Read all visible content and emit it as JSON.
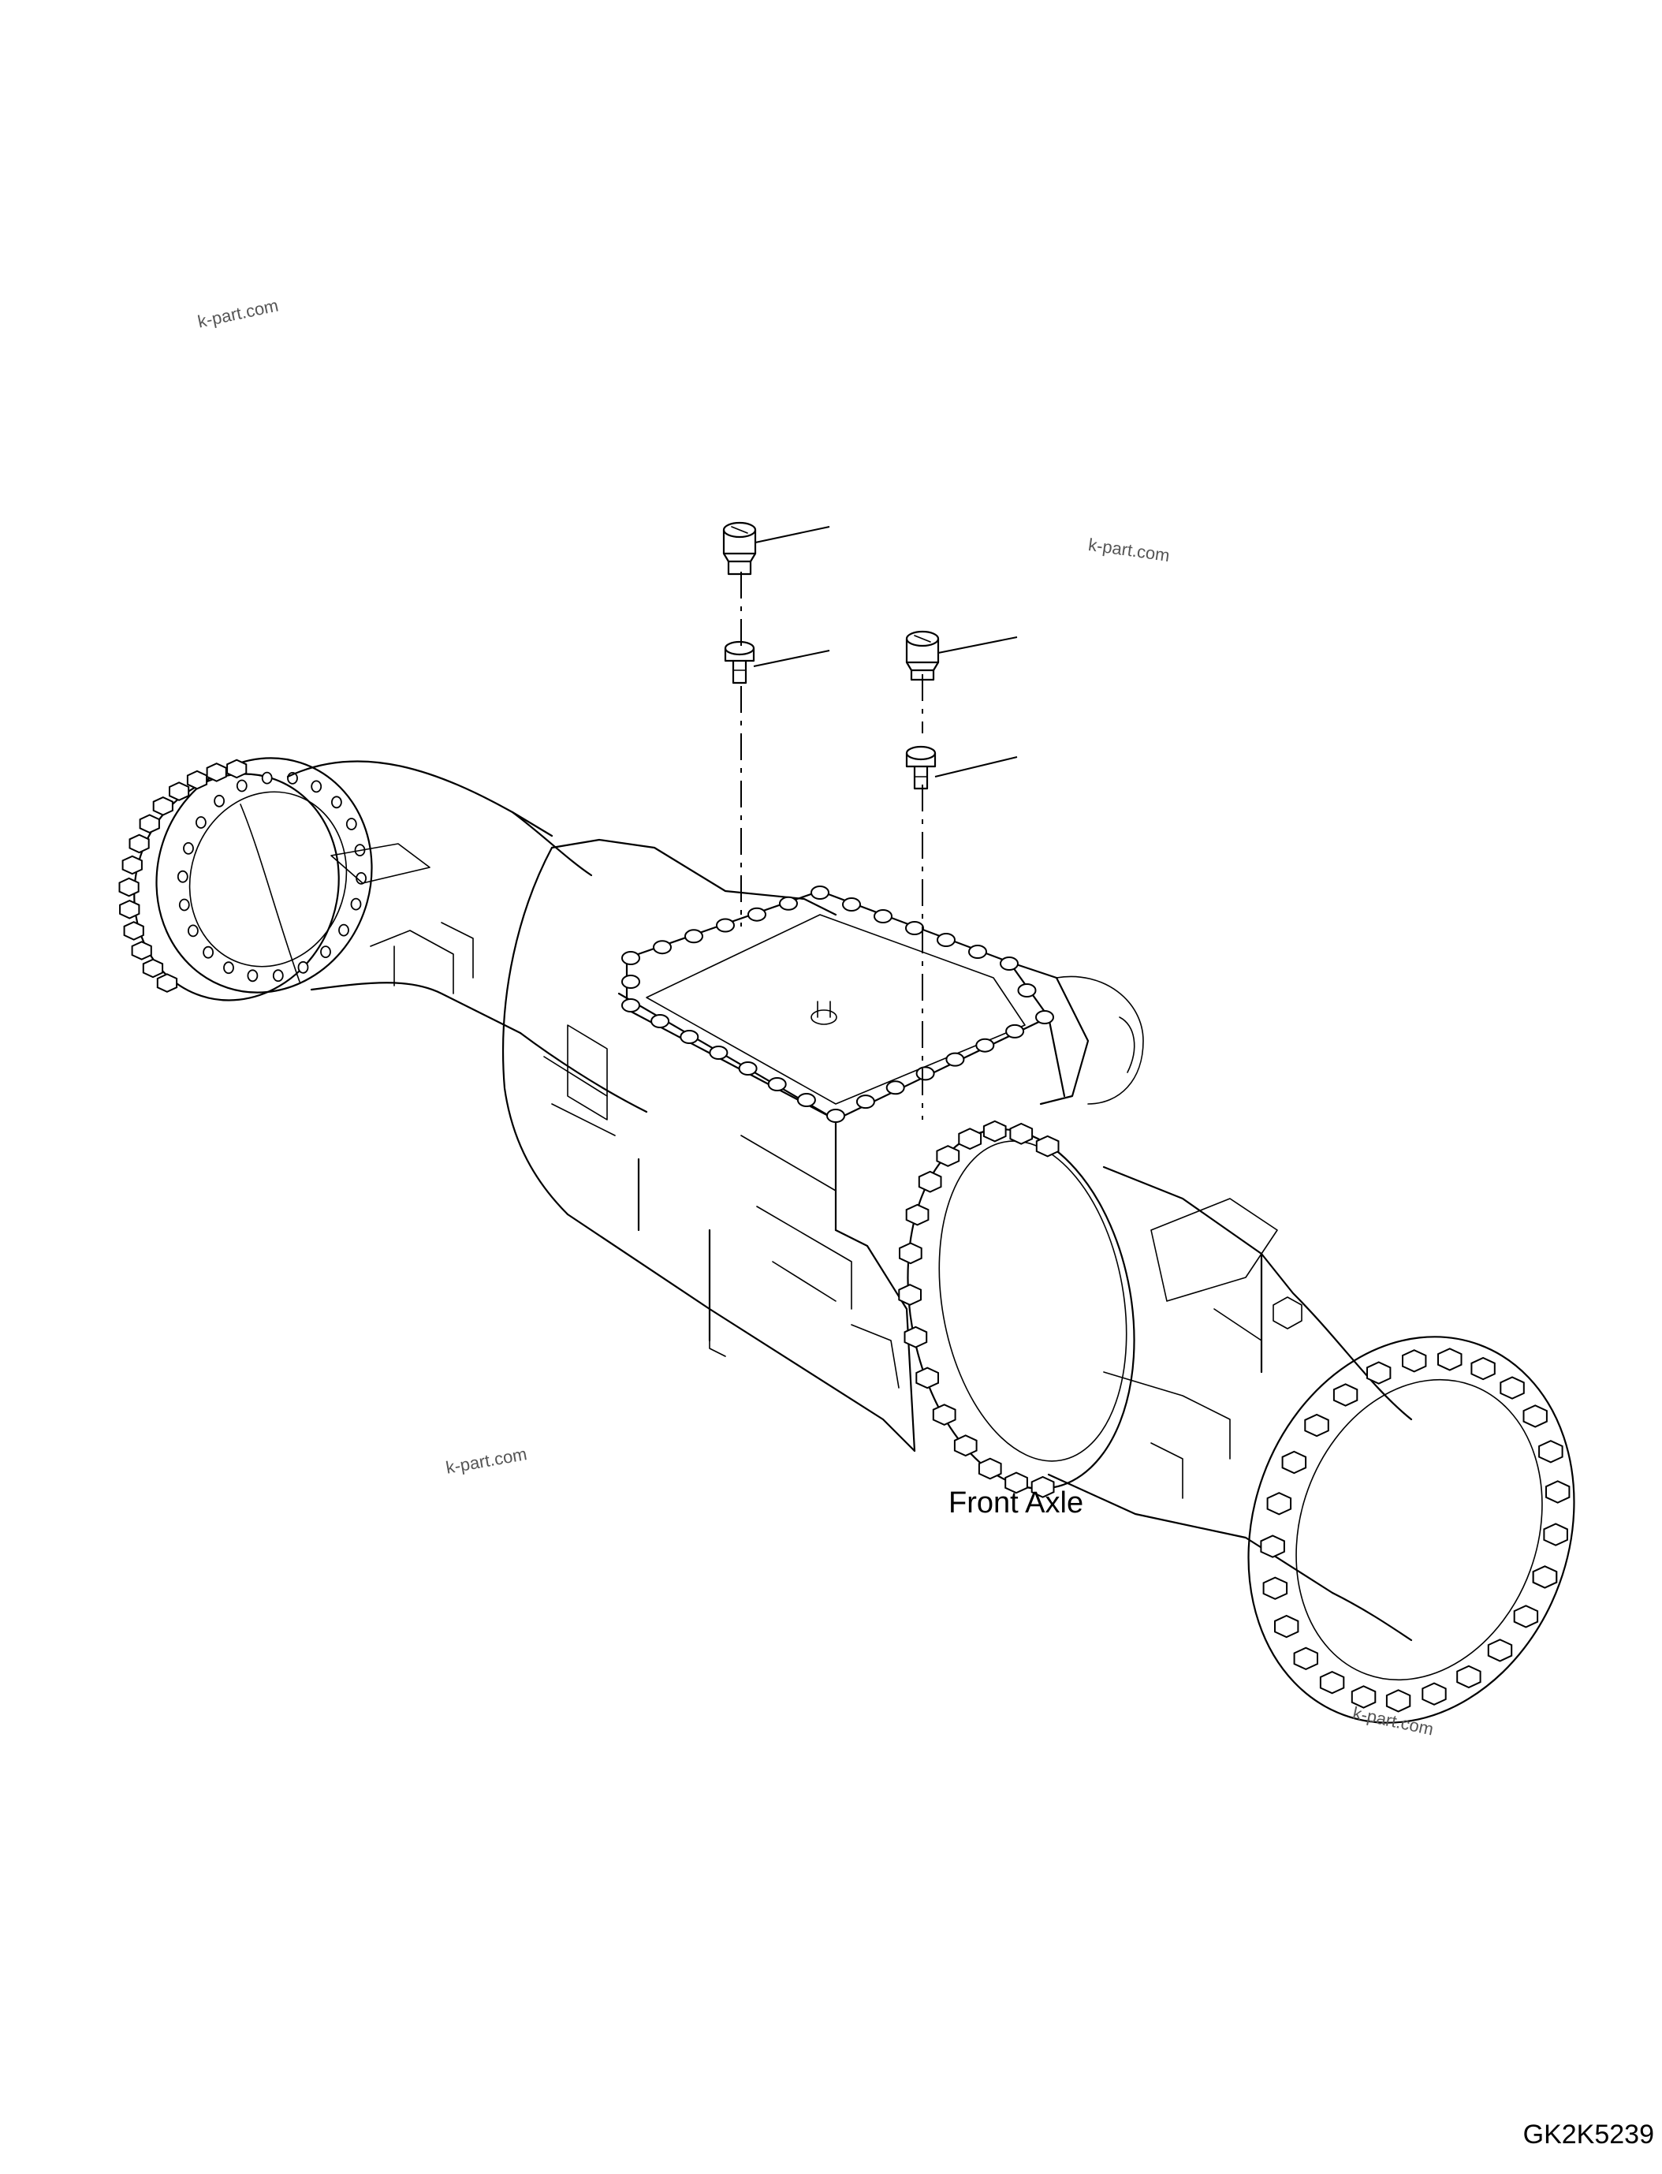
{
  "caption": "Front Axle",
  "drawing_code": "GK2K5239",
  "watermarks": [
    "k-part.com",
    "k-part.com",
    "k-part.com",
    "k-part.com"
  ],
  "parts": [
    {
      "name": "sensor-1-icon"
    },
    {
      "name": "plug-1-icon"
    },
    {
      "name": "sensor-2-icon"
    },
    {
      "name": "plug-2-icon"
    }
  ]
}
